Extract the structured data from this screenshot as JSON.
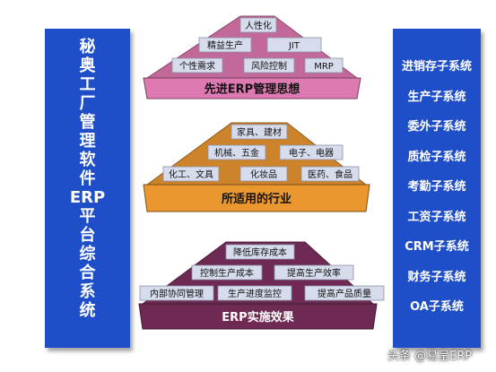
{
  "left_panel": {
    "title_chars": [
      "秘",
      "奥",
      "工",
      "厂",
      "管",
      "理",
      "软",
      "件",
      "ERP",
      "平",
      "台",
      "综",
      "合",
      "系",
      "统"
    ]
  },
  "right_panel": {
    "items": [
      "进销存子系统",
      "生产子系统",
      "委外子系统",
      "质检子系统",
      "考勤子系统",
      "工资子系统",
      "CRM子系统",
      "财务子系统",
      "OA子系统"
    ]
  },
  "pyramids": [
    {
      "base_label": "先进ERP管理思想",
      "color": "#c2699a",
      "rows": [
        [
          "人性化"
        ],
        [
          "精益生产",
          "JIT"
        ],
        [
          "个性需求",
          "风险控制",
          "MRP"
        ]
      ]
    },
    {
      "base_label": "所适用的行业",
      "color": "#cc8329",
      "rows": [
        [
          "家具、建材"
        ],
        [
          "机械、五金",
          "电子、电器"
        ],
        [
          "化工、文具",
          "化妆品",
          "医药、食品"
        ]
      ]
    },
    {
      "base_label": "ERP实施效果",
      "color": "#6e2a52",
      "rows": [
        [
          "降低库存成本"
        ],
        [
          "控制生产成本",
          "提高生产效率"
        ],
        [
          "内部协同管理",
          "生产进度监控",
          "提高产品质量"
        ]
      ]
    }
  ],
  "watermark": "头条 @易呈ERP",
  "colors": {
    "panel_blue": "#1f4fc8",
    "box_fill": "#d7dcec"
  }
}
